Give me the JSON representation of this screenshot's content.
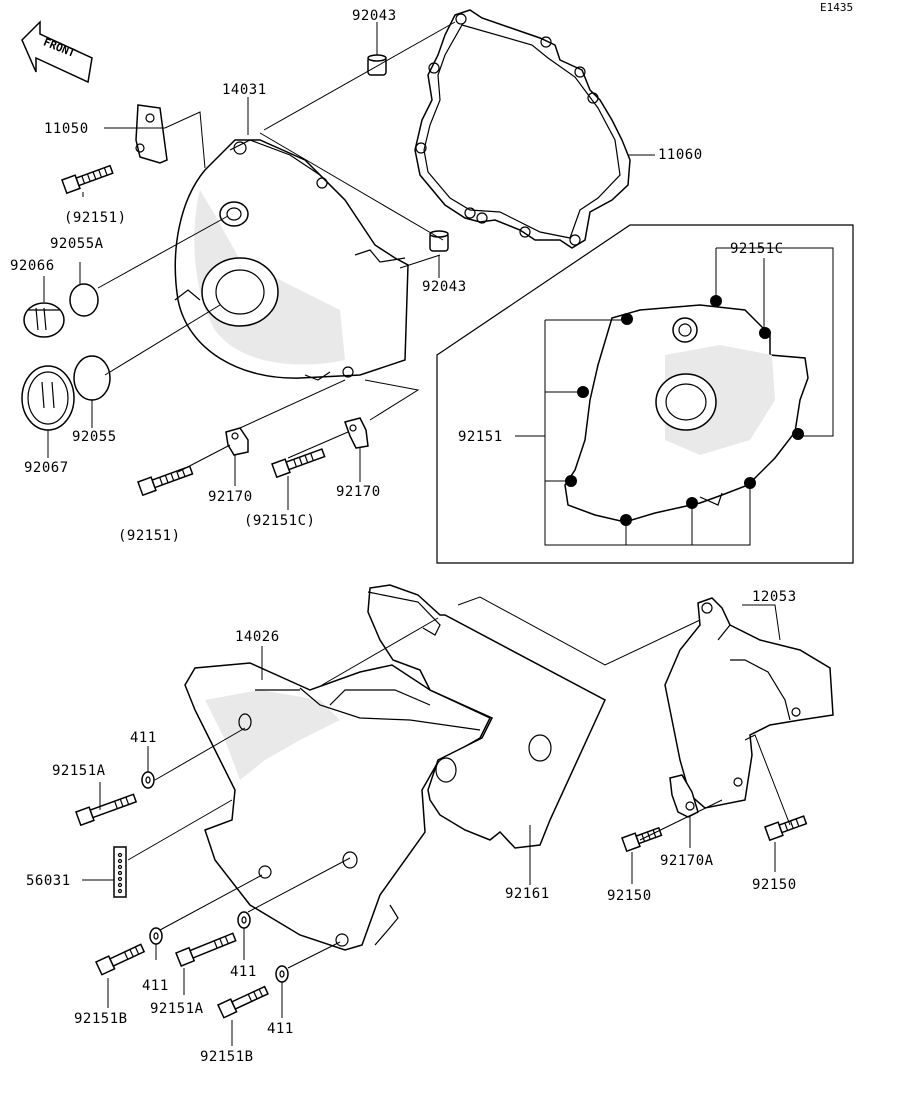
{
  "diagram_code": "E1435",
  "front_arrow_text": "FRONT",
  "labels": {
    "p92043_top": "92043",
    "p14031": "14031",
    "p11050": "11050",
    "p11060": "11060",
    "p92151_a": "(92151)",
    "p92055A": "92055A",
    "p92066": "92066",
    "p92043_mid": "92043",
    "p92151C_top": "92151C",
    "p92151_inset": "92151",
    "p92055": "92055",
    "p92067": "92067",
    "p92170_a": "92170",
    "p92170_b": "92170",
    "p92151C_b": "(92151C)",
    "p92151_b": "(92151)",
    "p14026": "14026",
    "p12053": "12053",
    "p411_a": "411",
    "p92151A_a": "92151A",
    "p56031": "56031",
    "p92161": "92161",
    "p92170A": "92170A",
    "p92150_a": "92150",
    "p92150_b": "92150",
    "p411_b": "411",
    "p411_c": "411",
    "p411_d": "411",
    "p92151B_a": "92151B",
    "p92151A_b": "92151A",
    "p92151B_b": "92151B"
  }
}
